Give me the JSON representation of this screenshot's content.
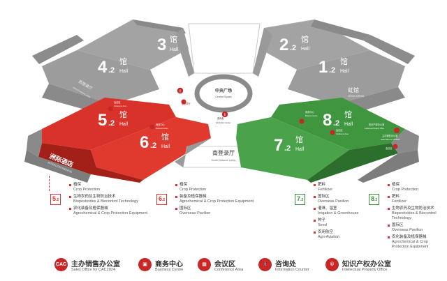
{
  "halls": {
    "h3": {
      "num": "3",
      "zh": "馆",
      "en": "Hall"
    },
    "h4_2": {
      "num": "4",
      "sub": ".2",
      "zh": "馆",
      "en": "Hall"
    },
    "h2_2": {
      "num": "2",
      "sub": ".2",
      "zh": "馆",
      "en": "Hall"
    },
    "h1_2": {
      "num": "1",
      "sub": ".2",
      "zh": "馆",
      "en": "Hall"
    },
    "h5_2": {
      "num": "5",
      "sub": ".2",
      "zh": "馆",
      "en": "Hall"
    },
    "h6_2": {
      "num": "6",
      "sub": ".2",
      "zh": "馆",
      "en": "Hall"
    },
    "h7_2": {
      "num": "7",
      "sub": ".2",
      "zh": "馆",
      "en": "Hall"
    },
    "h8_2": {
      "num": "8",
      "sub": ".2",
      "zh": "馆",
      "en": "Hall"
    }
  },
  "places": {
    "west_lobby_zh": "西登录厅",
    "west_lobby_en": "West Entrance Lobby",
    "hotel_zh": "洲际酒店",
    "hotel_en": "INTERCONTINENTAL",
    "central_zh": "中央广场",
    "central_en": "Central Square",
    "south_lobby_zh": "南登录厅",
    "south_lobby_en": "South Entrance Lobby",
    "arena_zh": "虹馆",
    "arena_en": "HONG ARENA",
    "north_entrance": "北登录厅",
    "info_counter_zh": "咨询处",
    "info_counter_en": "Information Counter",
    "biz_center_zh": "商务中心",
    "biz_center_en": "Business Centre",
    "ipo_zh": "知识产权办公室",
    "ipo_en": "Intellectual Property Office",
    "sales_cac_zh": "主办销售办公室",
    "sales_cac_en": "Sales Office for CAC2024",
    "conf_zh": "会议区",
    "conf_en": "Conference Area"
  },
  "legend": {
    "h5": {
      "tag_num": "5",
      "tag_sub": ".2",
      "items": [
        {
          "zh": "植保",
          "en": "Crop Protection"
        },
        {
          "zh": "生物农药及生物防治技术",
          "en": "Biopesticides & Biocontrol Technology"
        },
        {
          "zh": "农化装备及植保器械",
          "en": "Agrochemical & Crop Protection Equipment"
        }
      ]
    },
    "h6": {
      "tag_num": "6",
      "tag_sub": ".2",
      "items": [
        {
          "zh": "植保",
          "en": "Crop Protection"
        },
        {
          "zh": "装备及植保器械",
          "en": "Agrochemical & Crop Protection Equipment"
        },
        {
          "zh": "国际区",
          "en": "Overseas Pavilion"
        }
      ]
    },
    "h7": {
      "tag_num": "7",
      "tag_sub": ".2",
      "items": [
        {
          "zh": "肥料",
          "en": "Fertilizer"
        },
        {
          "zh": "国际区",
          "en": "Overseas Pavilion"
        },
        {
          "zh": "灌溉、温室",
          "en": "Irrigation & Greenhouse"
        },
        {
          "zh": "种子",
          "en": "Seed"
        },
        {
          "zh": "农用航空",
          "en": "Agri-Aviation"
        }
      ]
    },
    "h8": {
      "tag_num": "8",
      "tag_sub": ".2",
      "items": [
        {
          "zh": "植保",
          "en": "Crop Protection"
        },
        {
          "zh": "肥料",
          "en": "Fertilizer"
        },
        {
          "zh": "生物农药及生物防治技术",
          "en": "Biopesticides & Biocontrol Technology"
        },
        {
          "zh": "国际区",
          "en": "Overseas Pavilion"
        },
        {
          "zh": "农化装备及植保器械",
          "en": "Agrochemical & Crop Protection Equipment"
        }
      ]
    }
  },
  "bottom_legend": [
    {
      "icon": "CAC",
      "icon_name": "cac-logo-icon",
      "zh": "主办销售办公室",
      "en": "Sales Office for CAC2024"
    },
    {
      "icon": "▣",
      "icon_name": "business-centre-icon",
      "zh": "商务中心",
      "en": "Business Centre"
    },
    {
      "icon": "▦",
      "icon_name": "conference-icon",
      "zh": "会议区",
      "en": "Conference Area"
    },
    {
      "icon": "i",
      "icon_name": "info-icon",
      "zh": "咨询处",
      "en": "Information Counter"
    },
    {
      "icon": "©",
      "icon_name": "ip-office-icon",
      "zh": "知识产权办公室",
      "en": "Intellectual Property Office"
    }
  ],
  "colors": {
    "gray_hall": "#9a9a9a",
    "gray_dark": "#7a7a7a",
    "red_hall": "#d8322a",
    "green_hall": "#3f963f",
    "accent": "#c62828"
  }
}
